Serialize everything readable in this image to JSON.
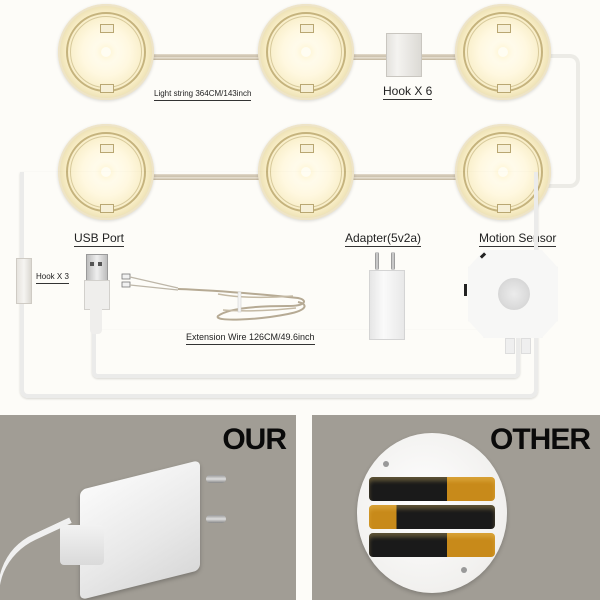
{
  "top_section": {
    "labels": {
      "light_string": "Light string 364CM/143inch",
      "hook_x6": "Hook X 6",
      "usb_port": "USB Port",
      "adapter": "Adapter(5v2a)",
      "motion_sensor": "Motion Sensor",
      "hook_x3": "Hook X 3",
      "extension_wire": "Extension Wire 126CM/49.6inch"
    },
    "lights_count": 6
  },
  "comparison": {
    "left": {
      "title": "OUR",
      "depicts": "usb-wall-adapter-with-cable"
    },
    "right": {
      "title": "OTHER",
      "depicts": "battery-compartment-with-3-aa-batteries"
    }
  },
  "colors": {
    "background": "#fdfcf8",
    "panel_gray": "#a19d95",
    "warm_light": "#fff6d6",
    "text": "#222222",
    "title_text": "#0a0a0a"
  }
}
